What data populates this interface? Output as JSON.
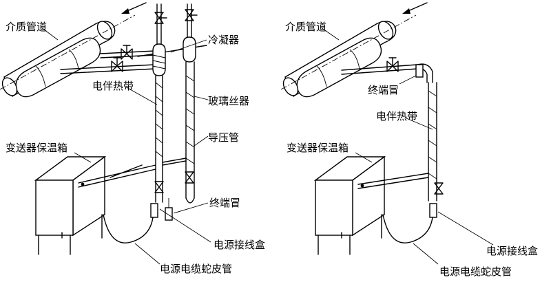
{
  "left": {
    "pipe": "介质管道",
    "condenser": "冷凝器",
    "heat_tape": "电伴热带",
    "glass_wool": "玻璃丝器",
    "impulse_tube": "导压管",
    "transmitter_box": "变送器保温箱",
    "end_cap": "终端冒",
    "junction_box": "电源接线盒",
    "cable_conduit": "电源电缆蛇皮管"
  },
  "right": {
    "pipe": "介质管道",
    "end_cap": "终端冒",
    "heat_tape": "电伴热带",
    "transmitter_box": "变送器保温箱",
    "junction_box": "电源接线盒",
    "cable_conduit": "电源电缆蛇皮管"
  }
}
